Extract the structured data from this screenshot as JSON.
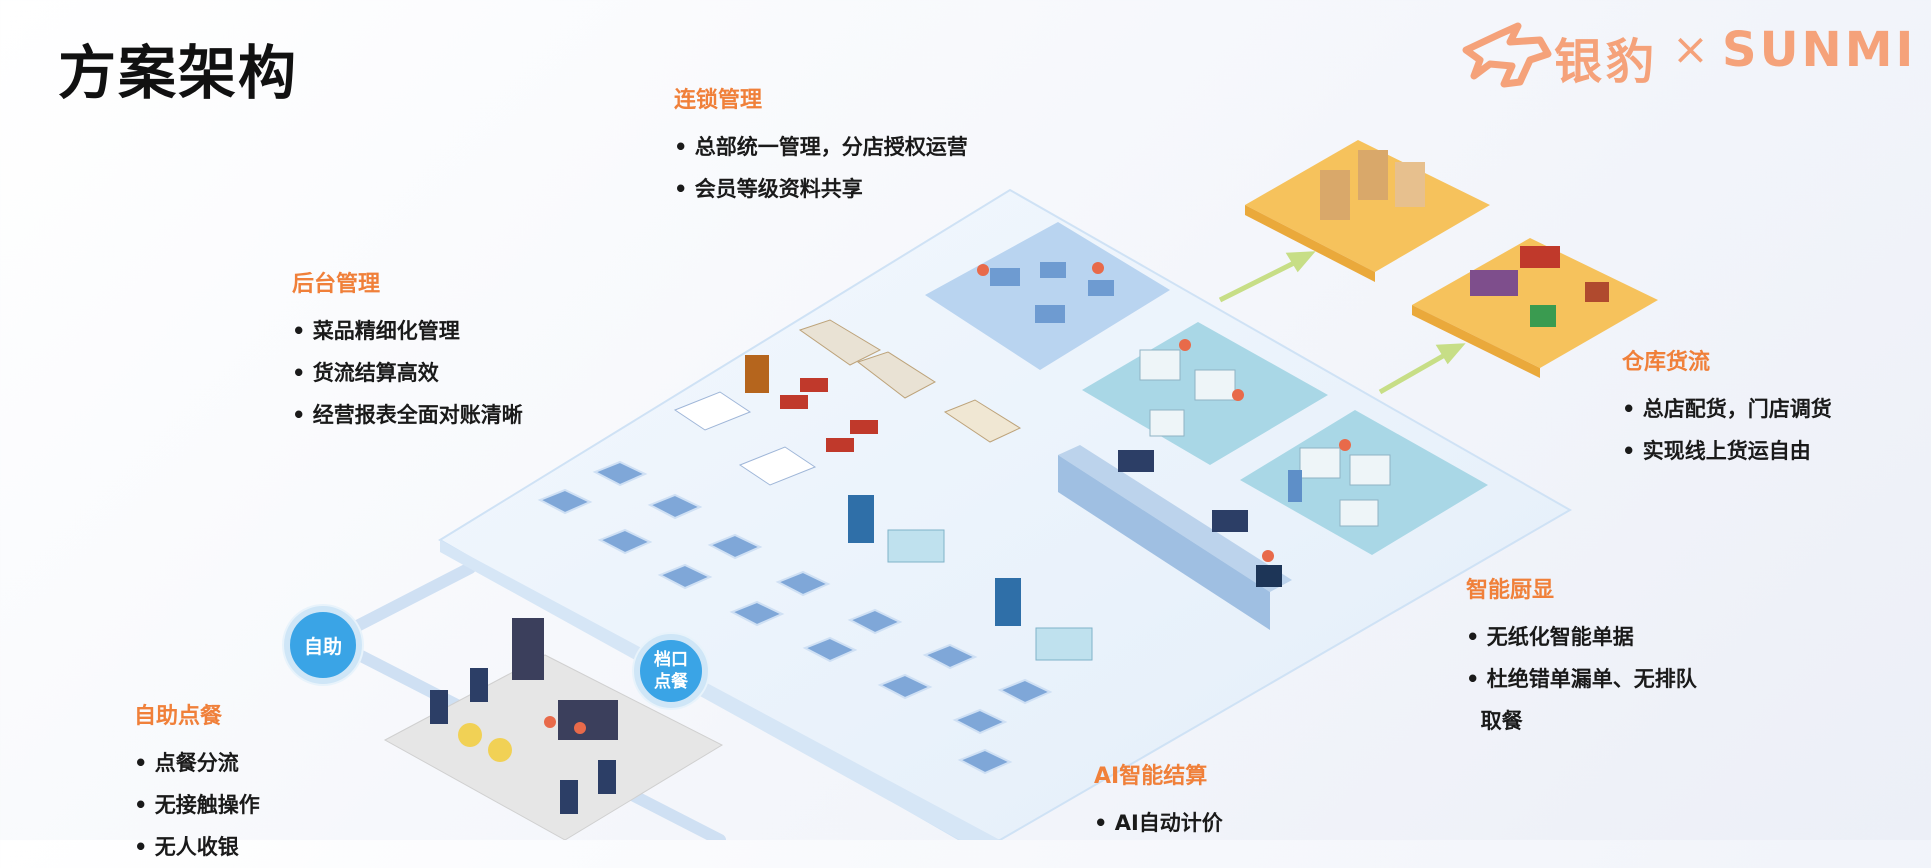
{
  "page_title": "方案架构",
  "logo": {
    "brand_cn": "银豹",
    "separator": "×",
    "brand_en": "SUNMI"
  },
  "sections": {
    "chain": {
      "title": "连锁管理",
      "items": [
        "总部统一管理，分店授权运营",
        "会员等级资料共享"
      ]
    },
    "backend": {
      "title": "后台管理",
      "items": [
        "菜品精细化管理",
        "货流结算高效",
        "经营报表全面对账清晰"
      ]
    },
    "warehouse": {
      "title": "仓库货流",
      "items": [
        "总店配货，门店调货",
        "实现线上货运自由"
      ]
    },
    "kds": {
      "title": "智能厨显",
      "items": [
        "无纸化智能单据",
        "杜绝错单漏单、无排队",
        "取餐"
      ]
    },
    "self_order": {
      "title": "自助点餐",
      "items": [
        "点餐分流",
        "无接触操作",
        "无人收银"
      ]
    },
    "ai_checkout": {
      "title": "AI智能结算",
      "items": [
        "AI自动计价"
      ]
    }
  },
  "badges": {
    "self_service": "自助",
    "counter_top": "档口",
    "counter_bottom": "点餐"
  },
  "colors": {
    "accent_orange": "#f0803a",
    "badge_blue": "#3aa4e6",
    "platform_blue": "#dbe9f8",
    "warehouse_yellow": "#f6c25c",
    "logo_orange": "#f5a27a"
  }
}
